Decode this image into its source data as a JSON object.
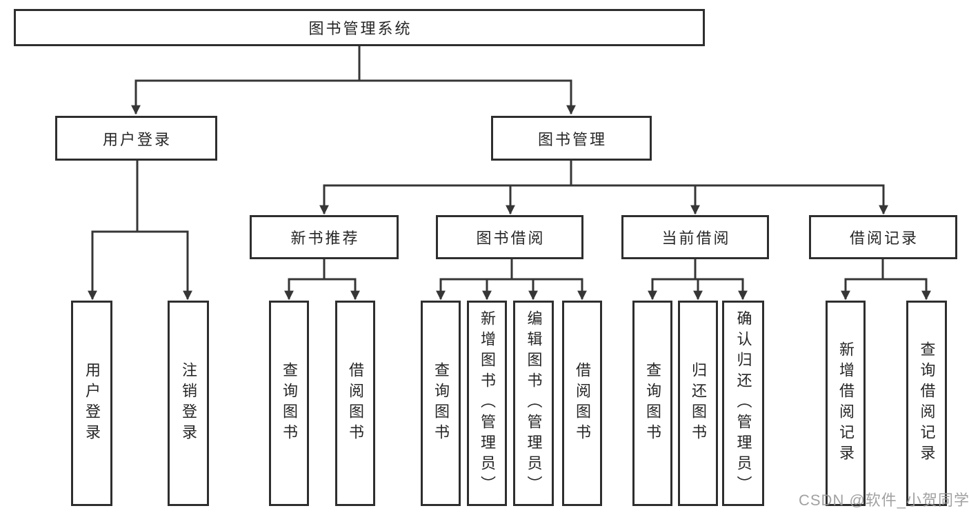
{
  "colors": {
    "line": "#363636",
    "border": "#2e2e2e",
    "text": "#262626",
    "background": "#ffffff",
    "watermark": "#9a9a9a"
  },
  "root": {
    "label": "图书管理系统"
  },
  "level2": [
    {
      "id": "user-login",
      "label": "用户登录"
    },
    {
      "id": "book-management",
      "label": "图书管理"
    }
  ],
  "level3": [
    {
      "id": "new-book-recommend",
      "label": "新书推荐"
    },
    {
      "id": "book-borrowing",
      "label": "图书借阅"
    },
    {
      "id": "current-borrowing",
      "label": "当前借阅"
    },
    {
      "id": "borrowing-records",
      "label": "借阅记录"
    }
  ],
  "leaves": {
    "userLogin": [
      {
        "label": "用户登录"
      },
      {
        "label": "注销登录"
      }
    ],
    "newBookRecommend": [
      {
        "label": "查询图书"
      },
      {
        "label": "借阅图书"
      }
    ],
    "bookBorrowing": [
      {
        "label": "查询图书"
      },
      {
        "label": "新增图书（管理员）"
      },
      {
        "label": "编辑图书（管理员）"
      },
      {
        "label": "借阅图书"
      }
    ],
    "currentBorrowing": [
      {
        "label": "查询图书"
      },
      {
        "label": "归还图书"
      },
      {
        "label": "确认归还（管理员）"
      }
    ],
    "borrowingRecords": [
      {
        "label": "新增借阅记录"
      },
      {
        "label": "查询借阅记录"
      }
    ]
  },
  "watermark": "CSDN @软件_小贺同学"
}
